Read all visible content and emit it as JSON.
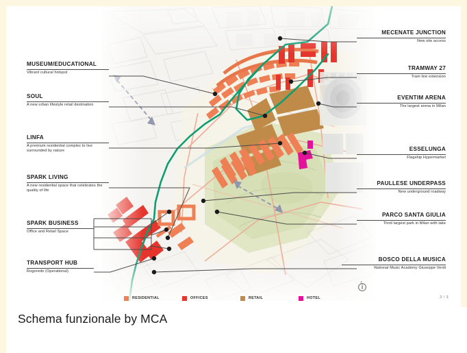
{
  "slide": {
    "caption": "Schema funzionale by MCA",
    "page_indicator": "3 / 3",
    "info_icon": "info-icon",
    "frame_color": "#fdf6e0"
  },
  "callouts_left": [
    {
      "id": "museum-educational",
      "title": "MUSEUM/EDUCATIONAL",
      "subtitle": "Vibrant cultural hotspot"
    },
    {
      "id": "soul",
      "title": "SOUL",
      "subtitle": "A new urban lifestyle retail destination"
    },
    {
      "id": "linfa",
      "title": "LINFA",
      "subtitle": "A premium residential complex to live surrounded by nature"
    },
    {
      "id": "spark-living",
      "title": "SPARK LIVING",
      "subtitle": "A new residential space that celebrates the quality of life"
    },
    {
      "id": "spark-business",
      "title": "SPARK BUSINESS",
      "subtitle": "Office and Retail Space"
    },
    {
      "id": "transport-hub",
      "title": "TRANSPORT HUB",
      "subtitle": "Rogoredo (Operational)"
    }
  ],
  "callouts_right": [
    {
      "id": "mecenate-junction",
      "title": "MECENATE JUNCTION",
      "subtitle": "New site access"
    },
    {
      "id": "tramway-27",
      "title": "TRAMWAY 27",
      "subtitle": "Tram line extension"
    },
    {
      "id": "eventim-arena",
      "title": "EVENTIM ARENA",
      "subtitle": "The largest arena in Milan"
    },
    {
      "id": "esselunga",
      "title": "ESSELUNGA",
      "subtitle": "Flagship Hypermarket"
    },
    {
      "id": "paullese-underpass",
      "title": "PAULLESE UNDERPASS",
      "subtitle": "New underground roadway"
    },
    {
      "id": "parco-santa-giulia",
      "title": "PARCO SANTA GIULIA",
      "subtitle": "Third largest park in Milan with lake"
    },
    {
      "id": "bosco-della-musica",
      "title": "BOSCO DELLA MUSICA",
      "subtitle": "National Music Academy Giuseppe Verdi"
    }
  ],
  "legend": [
    {
      "label": "RESIDENTIAL",
      "color": "#ef8055"
    },
    {
      "label": "OFFICES",
      "color": "#e5352c"
    },
    {
      "label": "RETAIL",
      "color": "#c08a48"
    },
    {
      "label": "HOTEL",
      "color": "#e4119b"
    }
  ],
  "map": {
    "name": "milano-santa-giulia-masterplan",
    "route_line_color": "#0e9e72",
    "park_color": "#d9e0b6",
    "base_color": "#f2f1ee"
  }
}
